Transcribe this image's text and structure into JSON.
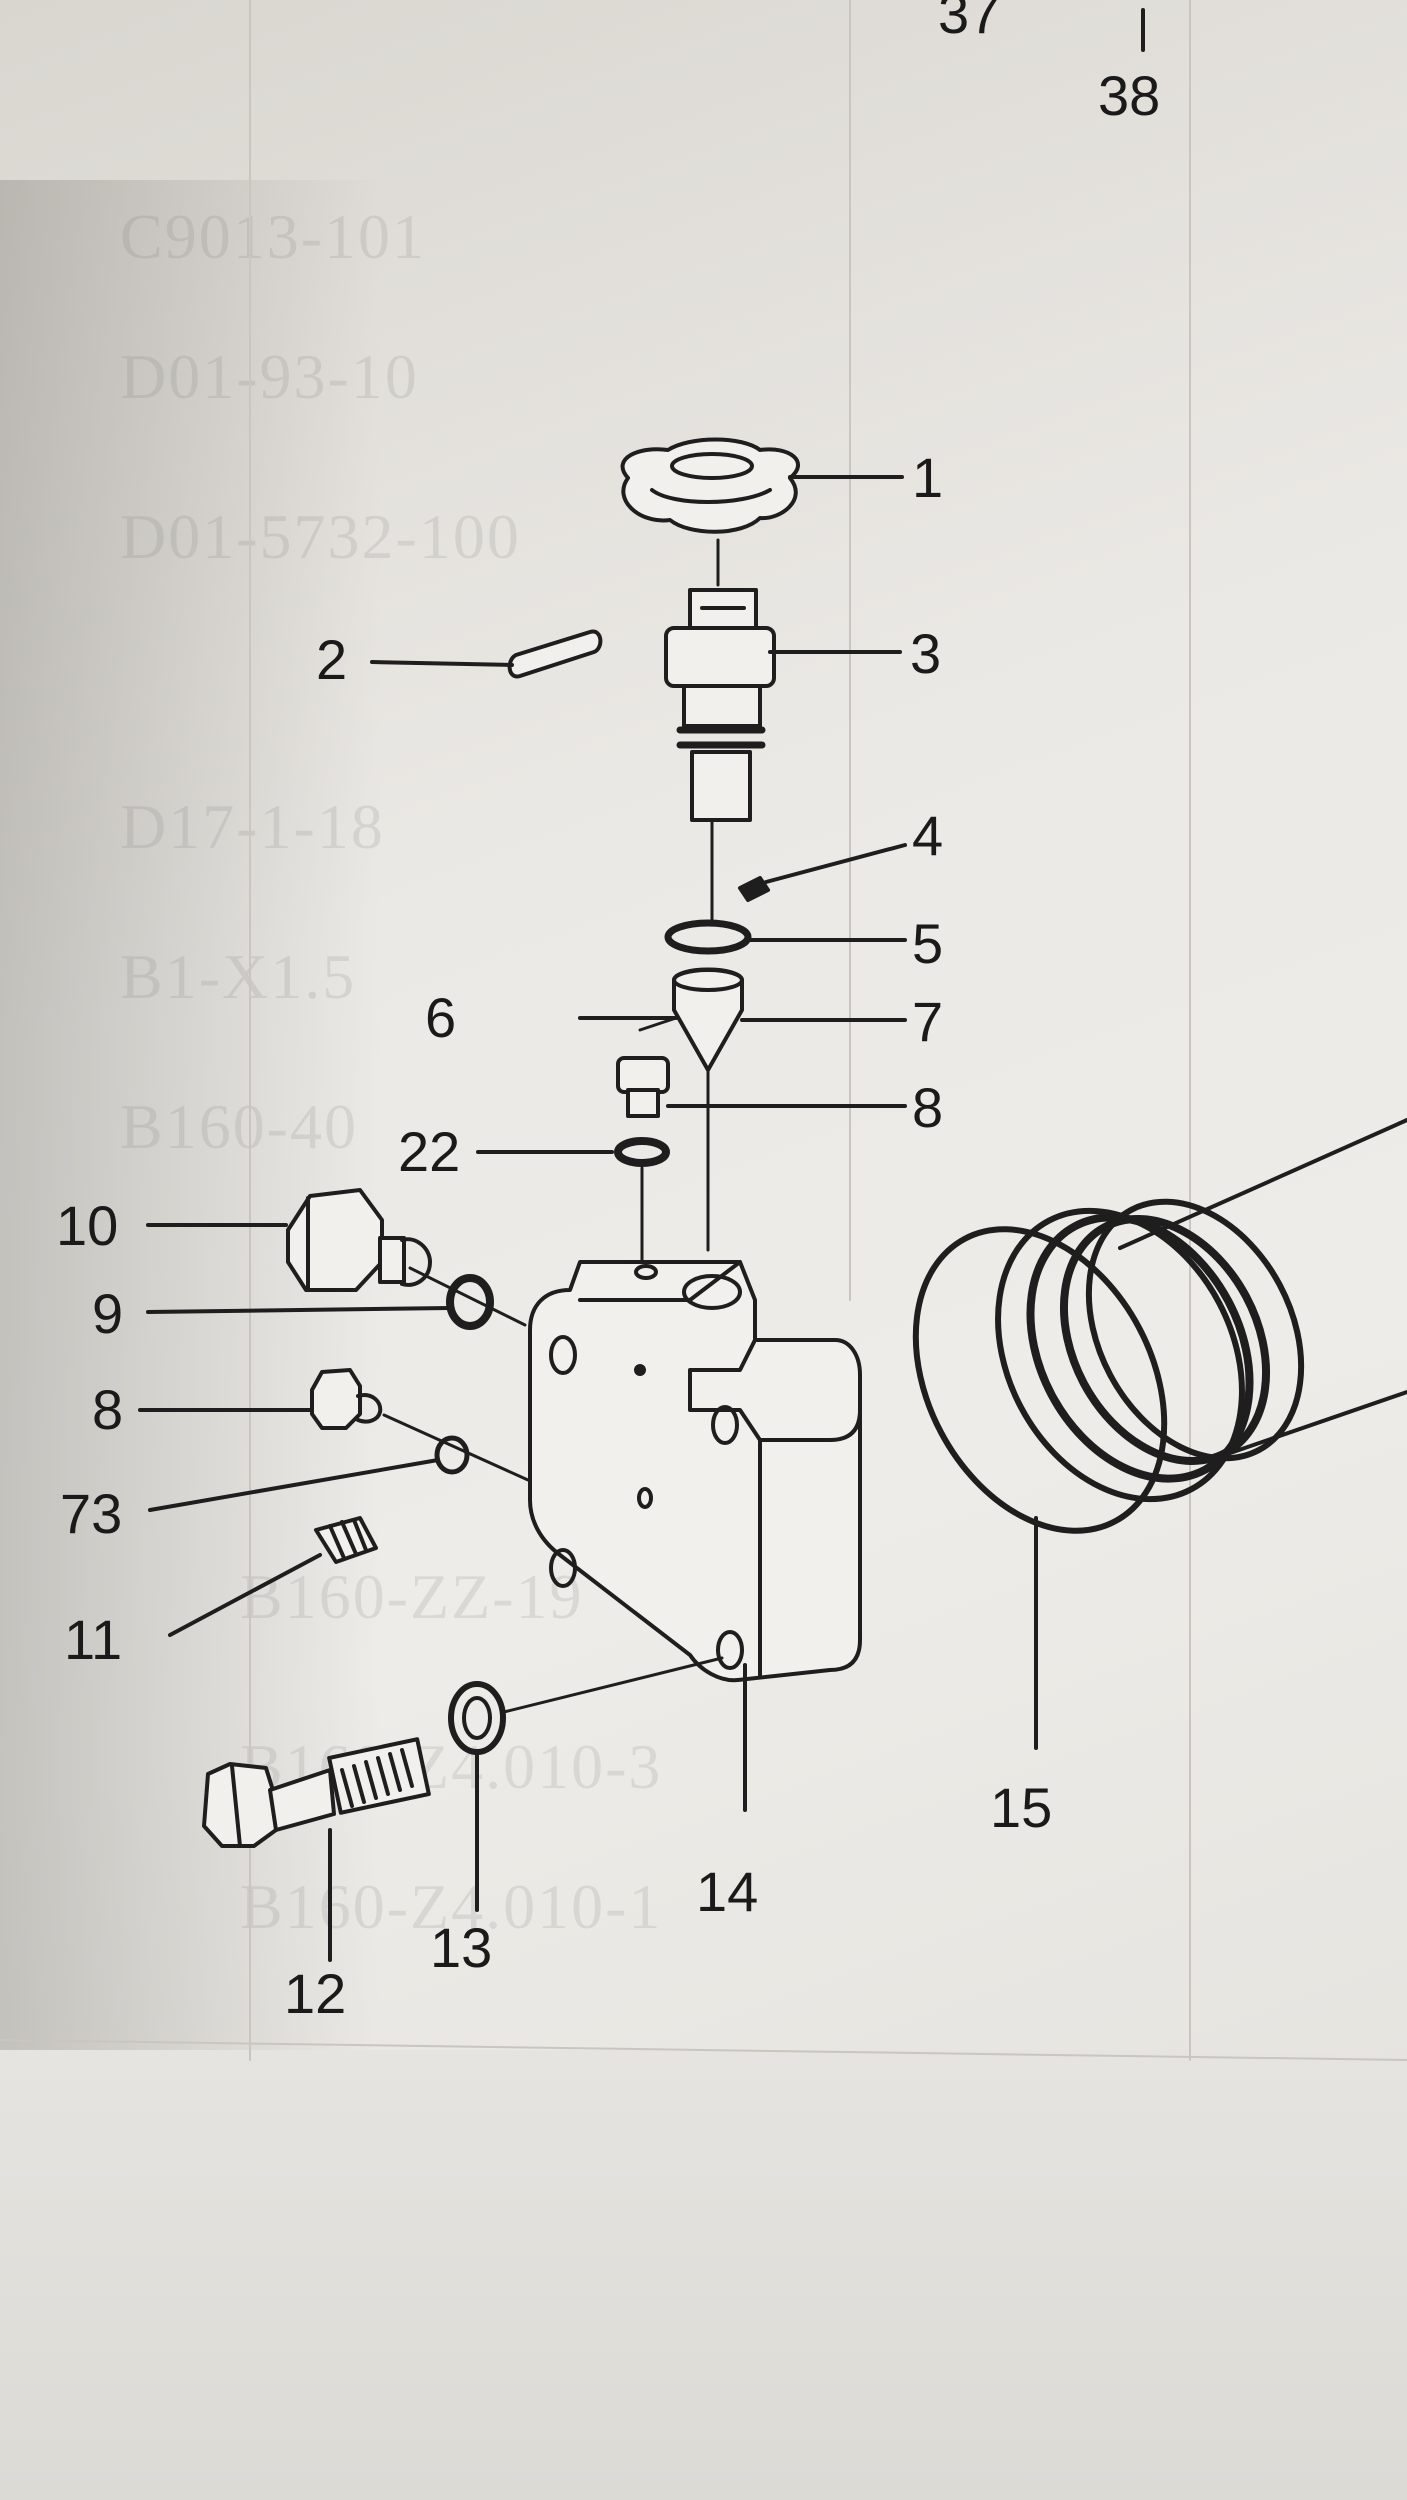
{
  "diagram": {
    "callouts": {
      "n1": "1",
      "n2": "2",
      "n3": "3",
      "n4": "4",
      "n5": "5",
      "n6": "6",
      "n7": "7",
      "n8a": "8",
      "n22": "22",
      "n10": "10",
      "n9": "9",
      "n8b": "8",
      "n73": "73",
      "n11": "11",
      "n12": "12",
      "n13": "13",
      "n14": "14",
      "n15": "15",
      "n37": "37",
      "n38": "38"
    },
    "show_through_text": [
      "C9013-101",
      "D01-93-10",
      "D01-5732-100",
      "D17-1-18",
      "B1-X1.5",
      "B160-40",
      "B160-ZZ-19",
      "B160-Z4.010-3",
      "B160-Z4.010-1"
    ],
    "line_color": "#1e1e1e",
    "paper_color": "#eceae6"
  }
}
